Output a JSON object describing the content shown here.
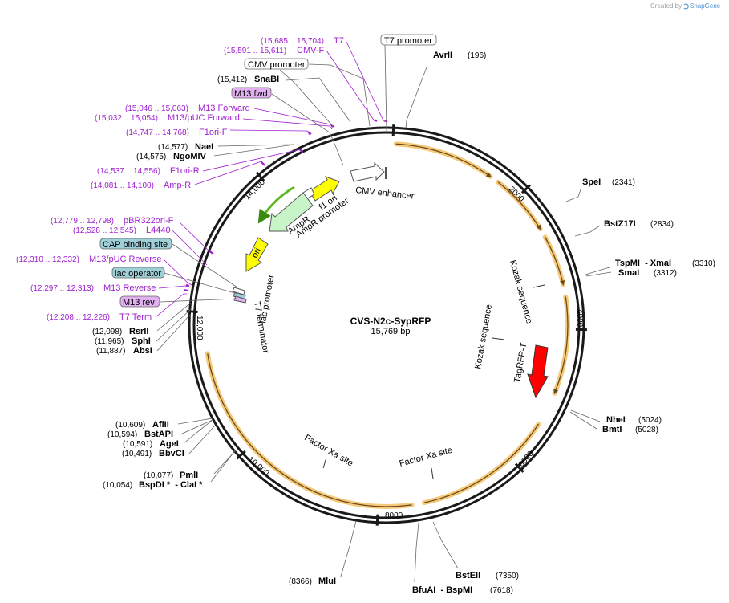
{
  "credit": {
    "prefix": "Created by",
    "brand": "SnapGene"
  },
  "plasmid": {
    "name": "CVS-N2c-SypRFP",
    "length_label": "15,769 bp"
  },
  "ticks": [
    "2000",
    "4000",
    "6000",
    "8000",
    "10,000",
    "12,000",
    "14,000"
  ],
  "sites": [
    {
      "name": "AvrII",
      "pos": "(196)"
    },
    {
      "name": "SpeI",
      "pos": "(2341)"
    },
    {
      "name": "BstZ17I",
      "pos": "(2834)"
    },
    {
      "name": "TspMI  - XmaI",
      "pos": "(3310)"
    },
    {
      "name": "SmaI",
      "pos": "(3312)"
    },
    {
      "name": "NheI",
      "pos": "(5024)"
    },
    {
      "name": "BmtI",
      "pos": "(5028)"
    },
    {
      "name": "BstEII",
      "pos": "(7350)"
    },
    {
      "name": "BfuAI  - BspMI",
      "pos": "(7618)"
    },
    {
      "name": "MluI",
      "pos": "(8366)"
    },
    {
      "name": "PmlI",
      "pos": "(10,077)"
    },
    {
      "name": "BspDI *  - ClaI *",
      "pos": "(10,054)"
    },
    {
      "name": "AflII",
      "pos": "(10,609)"
    },
    {
      "name": "BstAPI",
      "pos": "(10,594)"
    },
    {
      "name": "AgeI",
      "pos": "(10,591)"
    },
    {
      "name": "BbvCI",
      "pos": "(10,491)"
    },
    {
      "name": "RsrII",
      "pos": "(12,098)"
    },
    {
      "name": "SphI",
      "pos": "(11,965)"
    },
    {
      "name": "AbsI",
      "pos": "(11,887)"
    },
    {
      "name": "NaeI",
      "pos": "(14,577)"
    },
    {
      "name": "NgoMIV",
      "pos": "(14,575)"
    },
    {
      "name": "SnaBI",
      "pos": "(15,412)"
    }
  ],
  "primers": [
    {
      "name": "T7",
      "pos": "(15,685 .. 15,704)"
    },
    {
      "name": "CMV-F",
      "pos": "(15,591 .. 15,611)"
    },
    {
      "name": "M13 Forward",
      "pos": "(15,046 .. 15,063)"
    },
    {
      "name": "M13/pUC Forward",
      "pos": "(15,032 .. 15,054)"
    },
    {
      "name": "F1ori-F",
      "pos": "(14,747 .. 14,768)"
    },
    {
      "name": "F1ori-R",
      "pos": "(14,537 .. 14,556)"
    },
    {
      "name": "Amp-R",
      "pos": "(14,081 .. 14,100)"
    },
    {
      "name": "pBR322ori-F",
      "pos": "(12,779 .. 12,798)"
    },
    {
      "name": "L4440",
      "pos": "(12,528 .. 12,545)"
    },
    {
      "name": "M13/pUC Reverse",
      "pos": "(12,310 .. 12,332)"
    },
    {
      "name": "M13 Reverse",
      "pos": "(12,297 .. 12,313)"
    },
    {
      "name": "T7 Term",
      "pos": "(12,208 .. 12,226)"
    }
  ],
  "boxed_labels": {
    "t7_promoter": "T7 promoter",
    "cmv_promoter": "CMV promoter",
    "m13_fwd": "M13 fwd",
    "cap_binding_site": "CAP binding site",
    "lac_operator": "lac operator",
    "m13_rev": "M13 rev"
  },
  "features": {
    "cmv_enhancer": "CMV enhancer",
    "f1_ori": "f1 ori",
    "ampr_promoter": "AmpR promoter",
    "ampr": "AmpR",
    "ori": "ori",
    "lac_promoter": "lac promoter",
    "t7_terminator": "T7 terminator",
    "kozak_outer": "Kozak sequence",
    "kozak_inner": "Kozak sequence",
    "tagrfp": "TagRFP-T",
    "factor_xa_left": "Factor Xa site",
    "factor_xa_right": "Factor Xa site"
  },
  "colors": {
    "backbone": "#1a1a1a",
    "orf_glow": "#f5c97a",
    "orf_line": "#6b4a1a",
    "primer": "#a020d0",
    "boxed_purple": "#e0b0f0",
    "boxed_teal": "#9fd0d8",
    "f1ori": "#ffff00",
    "ampr": "#c8f5c8",
    "ampr_promoter_line": "#5cb820",
    "tagrfp": "#ff0000"
  }
}
